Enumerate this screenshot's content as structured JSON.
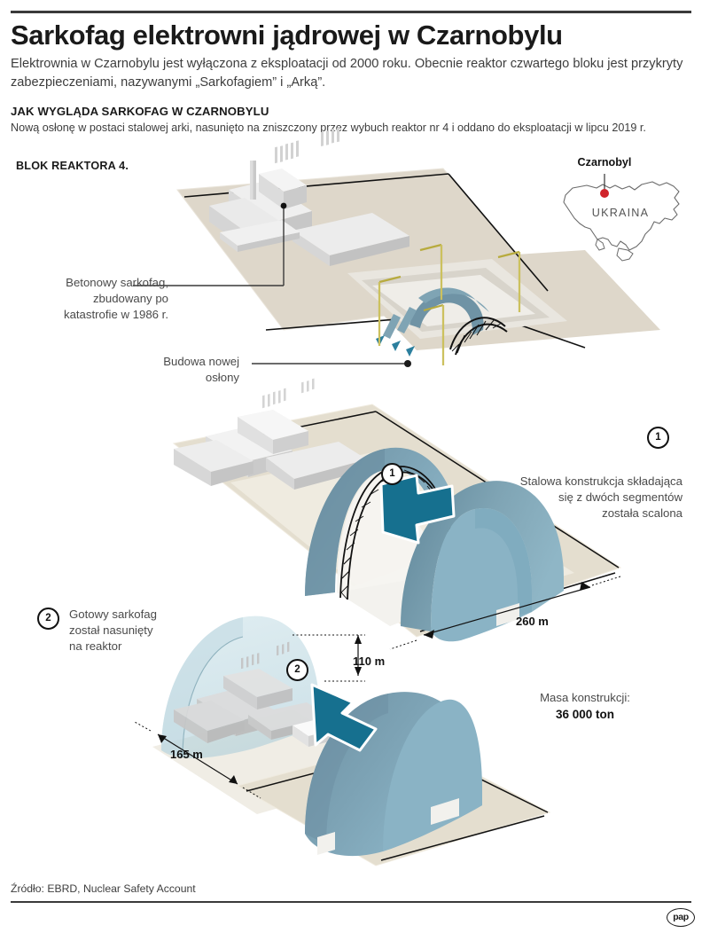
{
  "header": {
    "title": "Sarkofag elektrowni jądrowej w Czarnobylu",
    "lede": "Elektrownia w Czarnobylu jest wyłączona z eksploatacji od 2000 roku. Obecnie reaktor czwartego bloku jest przykryty zabezpieczeniami, nazywanymi „Sarkofagiem” i „Arką”.",
    "kicker": "JAK WYGLĄDA SARKOFAG W CZARNOBYLU",
    "kicker_sub": "Nową osłonę w postaci stalowej arki, nasunięto na zniszczony przez wybuch reaktor nr 4 i oddano do eksploatacji w lipcu 2019 r.",
    "block_label": "BLOK REAKTORA 4."
  },
  "map": {
    "city_label": "Czarnobyl",
    "country_label": "UKRAINA",
    "dot_color": "#d0242b"
  },
  "annotations": {
    "concrete_sarcophagus": "Betonowy sarkofag,\nzbudowany po\nkatastrofie w 1986 r.",
    "concrete_sarcophagus_lines": [
      "Betonowy sarkofag,",
      "zbudowany po",
      "katastrofie w 1986 r."
    ],
    "new_shelter_lines": [
      "Budowa nowej",
      "osłony"
    ],
    "step1_lines": [
      "Stalowa konstrukcja składająca",
      "się z dwóch segmentów",
      "została scalona"
    ],
    "step2_lines": [
      "Gotowy sarkofag",
      "został nasunięty",
      "na reaktor"
    ]
  },
  "steps": {
    "one": "1",
    "two": "2"
  },
  "dimensions": {
    "length": "260 m",
    "height": "110 m",
    "width": "165 m"
  },
  "mass": {
    "label": "Masa konstrukcji:",
    "value": "36 000 ton"
  },
  "footer": {
    "source": "Źródło: EBRD, Nuclear Safety Account",
    "logo": "pap"
  },
  "colors": {
    "ground": "#ded7ca",
    "ground_light": "#e8e3d8",
    "arch_dark": "#6f93a5",
    "arch_mid": "#7fa4b4",
    "arch_light": "#95bed0",
    "arch_glass": "#bfdbe4",
    "arrow": "#16708f",
    "crane": "#cfc24a",
    "building": "#e2e2e2",
    "building_shade": "#c9c9c9",
    "rule": "#3a3a3a",
    "text": "#231f20",
    "text_muted": "#4a4a4a"
  }
}
